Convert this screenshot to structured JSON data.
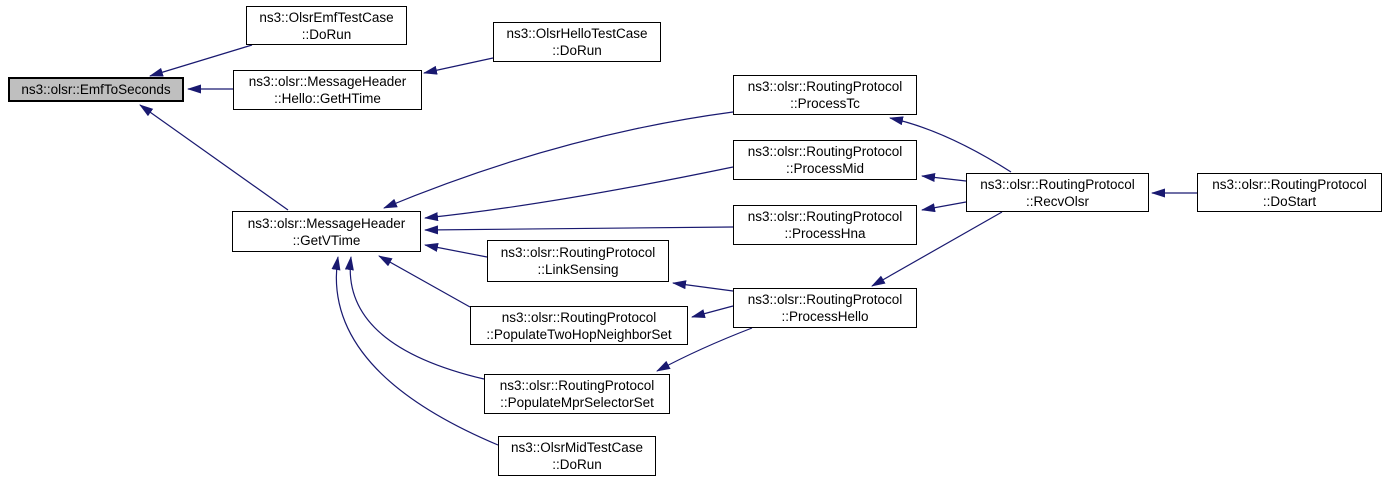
{
  "diagram": {
    "type": "caller-graph",
    "highlighted_node": "ns3::olsr::EmfToSeconds",
    "colors": {
      "edge": "#191970",
      "node_bg": "#ffffff",
      "node_border": "#000000",
      "highlight_bg": "#bfbfbf",
      "text": "#000000",
      "page_bg": "#ffffff"
    },
    "nodes": [
      {
        "id": "emf_to_seconds",
        "line1": "ns3::olsr::EmfToSeconds",
        "line2": "",
        "highlighted": true
      },
      {
        "id": "olsr_emf_dorun",
        "line1": "ns3::OlsrEmfTestCase",
        "line2": "::DoRun",
        "highlighted": false
      },
      {
        "id": "olsr_hello_dorun",
        "line1": "ns3::OlsrHelloTestCase",
        "line2": "::DoRun",
        "highlighted": false
      },
      {
        "id": "get_htime",
        "line1": "ns3::olsr::MessageHeader",
        "line2": "::Hello::GetHTime",
        "highlighted": false
      },
      {
        "id": "get_vtime",
        "line1": "ns3::olsr::MessageHeader",
        "line2": "::GetVTime",
        "highlighted": false
      },
      {
        "id": "process_tc",
        "line1": "ns3::olsr::RoutingProtocol",
        "line2": "::ProcessTc",
        "highlighted": false
      },
      {
        "id": "process_mid",
        "line1": "ns3::olsr::RoutingProtocol",
        "line2": "::ProcessMid",
        "highlighted": false
      },
      {
        "id": "process_hna",
        "line1": "ns3::olsr::RoutingProtocol",
        "line2": "::ProcessHna",
        "highlighted": false
      },
      {
        "id": "link_sensing",
        "line1": "ns3::olsr::RoutingProtocol",
        "line2": "::LinkSensing",
        "highlighted": false
      },
      {
        "id": "pop_two_hop",
        "line1": "ns3::olsr::RoutingProtocol",
        "line2": "::PopulateTwoHopNeighborSet",
        "highlighted": false
      },
      {
        "id": "process_hello",
        "line1": "ns3::olsr::RoutingProtocol",
        "line2": "::ProcessHello",
        "highlighted": false
      },
      {
        "id": "pop_mpr",
        "line1": "ns3::olsr::RoutingProtocol",
        "line2": "::PopulateMprSelectorSet",
        "highlighted": false
      },
      {
        "id": "olsr_mid_dorun",
        "line1": "ns3::OlsrMidTestCase",
        "line2": "::DoRun",
        "highlighted": false
      },
      {
        "id": "recv_olsr",
        "line1": "ns3::olsr::RoutingProtocol",
        "line2": "::RecvOlsr",
        "highlighted": false
      },
      {
        "id": "do_start",
        "line1": "ns3::olsr::RoutingProtocol",
        "line2": "::DoStart",
        "highlighted": false
      }
    ],
    "edges": [
      {
        "from": "olsr_emf_dorun",
        "to": "emf_to_seconds"
      },
      {
        "from": "get_htime",
        "to": "emf_to_seconds"
      },
      {
        "from": "get_vtime",
        "to": "emf_to_seconds"
      },
      {
        "from": "olsr_hello_dorun",
        "to": "get_htime"
      },
      {
        "from": "process_tc",
        "to": "get_vtime"
      },
      {
        "from": "process_mid",
        "to": "get_vtime"
      },
      {
        "from": "process_hna",
        "to": "get_vtime"
      },
      {
        "from": "link_sensing",
        "to": "get_vtime"
      },
      {
        "from": "pop_two_hop",
        "to": "get_vtime"
      },
      {
        "from": "pop_mpr",
        "to": "get_vtime"
      },
      {
        "from": "olsr_mid_dorun",
        "to": "get_vtime"
      },
      {
        "from": "recv_olsr",
        "to": "process_tc"
      },
      {
        "from": "recv_olsr",
        "to": "process_mid"
      },
      {
        "from": "recv_olsr",
        "to": "process_hna"
      },
      {
        "from": "recv_olsr",
        "to": "process_hello"
      },
      {
        "from": "process_hello",
        "to": "link_sensing"
      },
      {
        "from": "process_hello",
        "to": "pop_two_hop"
      },
      {
        "from": "process_hello",
        "to": "pop_mpr"
      },
      {
        "from": "do_start",
        "to": "recv_olsr"
      }
    ]
  }
}
